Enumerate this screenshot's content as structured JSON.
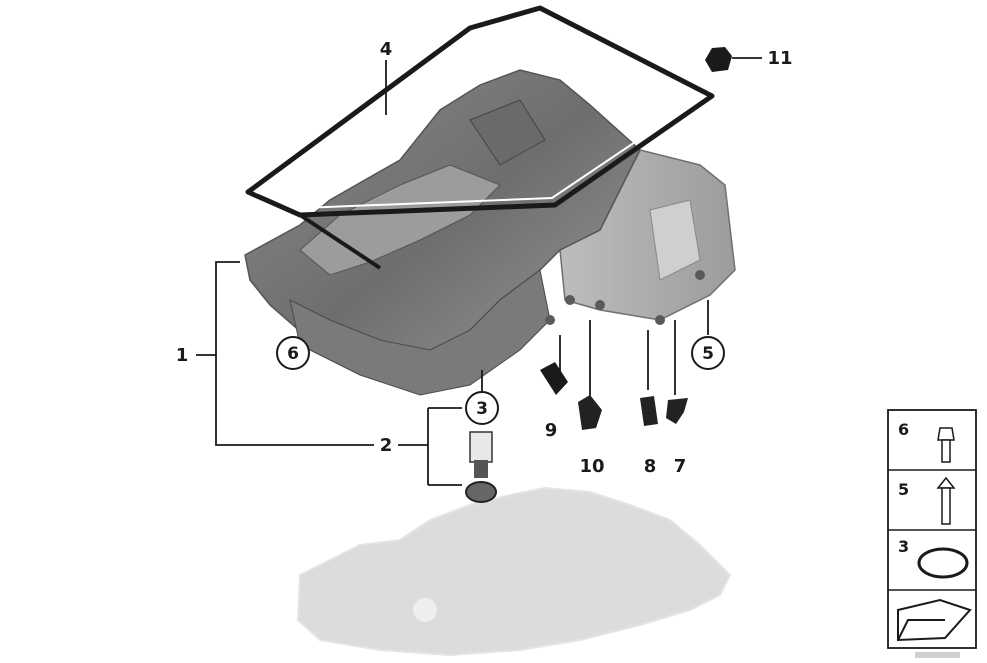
{
  "callouts": {
    "c1": "1",
    "c2": "2",
    "c3": "3",
    "c4": "4",
    "c5": "5",
    "c6": "6",
    "c7": "7",
    "c8": "8",
    "c9": "9",
    "c10": "10",
    "c11": "11"
  },
  "legend": {
    "row1": "6",
    "row2": "5",
    "row3": "3"
  }
}
